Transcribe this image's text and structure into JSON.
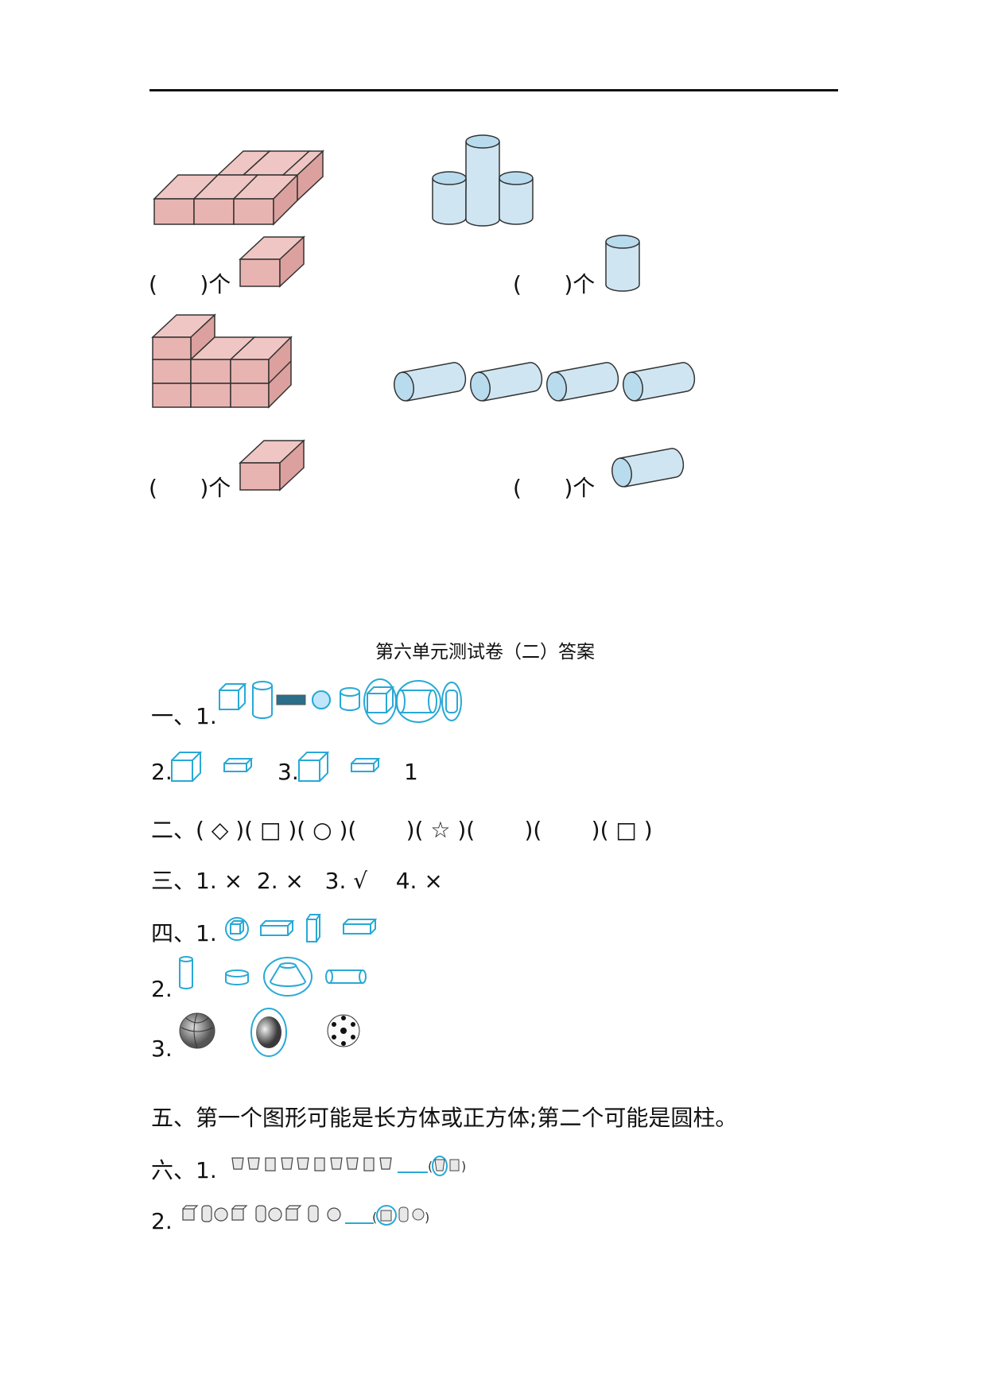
{
  "exercise": {
    "q1": {
      "blank": "(      )个"
    },
    "q2": {
      "blank": "(      )个"
    },
    "q3": {
      "blank": "(      )个"
    },
    "q4": {
      "blank": "(      )个"
    }
  },
  "answers": {
    "title": "第六单元测试卷（二）答案",
    "s1_1": "一、1.",
    "s1_2": "2.",
    "s1_3": "3.",
    "s1_3_value": "1",
    "s2": "二、( ◇ )( □ )( ○ )(       )( ☆ )(       )(       )( □ )",
    "s3": "三、1. ×  2. ×   3. √    4. ×",
    "s4_1": "四、1.",
    "s4_2": "2.",
    "s4_3": "3.",
    "s5": "五、第一个图形可能是长方体或正方体;第二个可能是圆柱。",
    "s6_1": "六、1.",
    "s6_2": "2."
  },
  "colors": {
    "cube": "#e8b4b1",
    "cylinder": "#cfe6f2",
    "answer_blue": "#29a9d6"
  }
}
